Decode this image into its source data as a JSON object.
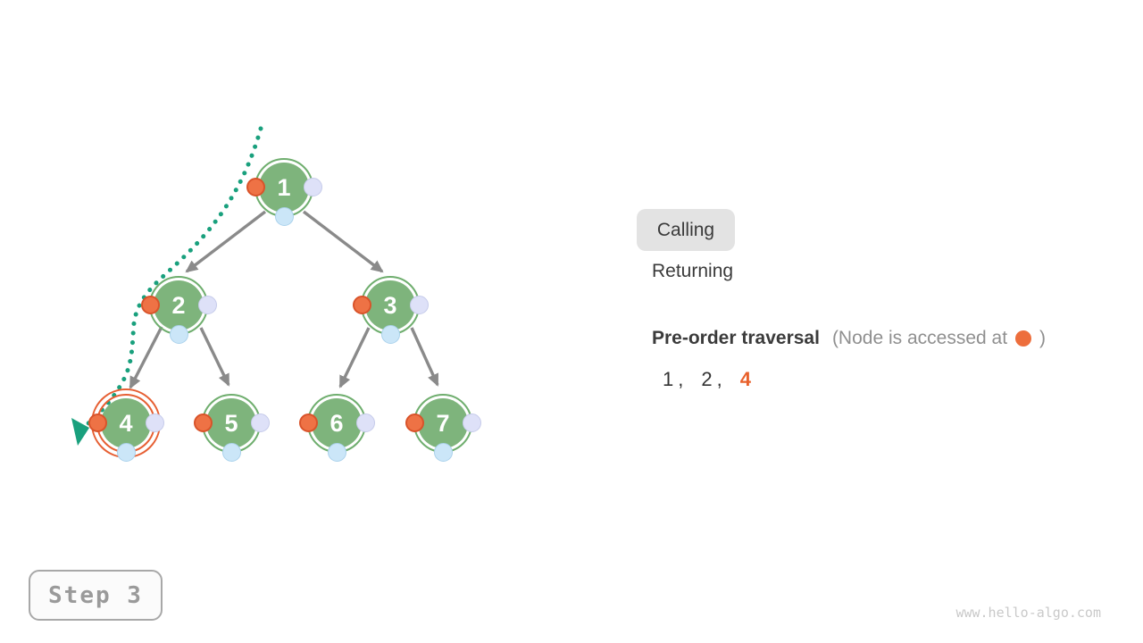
{
  "legend": {
    "calling_label": "Calling",
    "returning_label": "Returning",
    "active_state": "Calling"
  },
  "traversal": {
    "title": "Pre-order traversal",
    "note_prefix": "(Node is accessed at",
    "note_suffix": ")",
    "sequence": [
      "1",
      "2",
      "4"
    ],
    "separator": ",",
    "highlighted_value": "4"
  },
  "tree": {
    "nodes": [
      {
        "label": "1"
      },
      {
        "label": "2"
      },
      {
        "label": "3"
      },
      {
        "label": "4"
      },
      {
        "label": "5"
      },
      {
        "label": "6"
      },
      {
        "label": "7"
      }
    ],
    "active_node_label": "4"
  },
  "step": {
    "label": "Step 3"
  },
  "watermark": "www.hello-algo.com",
  "colors": {
    "node_green": "#7EB47C",
    "node_ring_green": "#6FAE6E",
    "access_dot_orange": "#EE7245",
    "active_ring_orange": "#E65F33",
    "right_dot_lavender": "#DEE1F8",
    "bottom_dot_blue": "#CBE6F8",
    "traversal_path_teal": "#19A07D",
    "edge_gray": "#8A8A8A",
    "sequence_highlight_orange": "#E8612C",
    "calling_badge_bg": "#E3E3E3"
  }
}
